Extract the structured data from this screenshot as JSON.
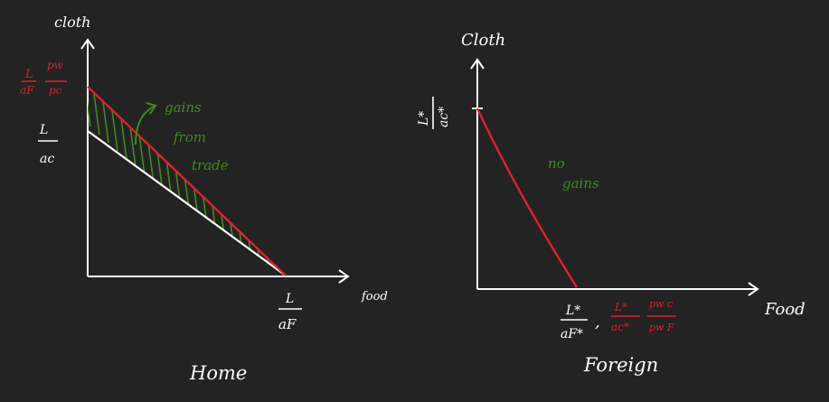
{
  "colors": {
    "background": "#232323",
    "ink": "#ffffff",
    "trade_line": "#e0202c",
    "gains": "#3f8a1e"
  },
  "home": {
    "caption": "Home",
    "y_axis_label": "cloth",
    "x_axis_label": "food",
    "x_intercept": {
      "num": "L",
      "den": "aF"
    },
    "y_intercept_autarky": {
      "num": "L",
      "den": "ac"
    },
    "y_intercept_trade": {
      "ratio_num": "L",
      "ratio_den": "aF",
      "price_num": "pw",
      "price_den": "pc"
    },
    "annotation": [
      "gains",
      "from",
      "trade"
    ]
  },
  "foreign": {
    "caption": "Foreign",
    "y_axis_label": "Cloth",
    "x_axis_label": "Food",
    "y_intercept": {
      "num": "L*",
      "den": "ac*"
    },
    "x_intercept": {
      "num": "L*",
      "den": "aF*"
    },
    "x_separator": ",",
    "x_intercept_trade": {
      "ratio_num": "L*",
      "ratio_den": "ac*",
      "price_num": "pw c",
      "price_den": "pw F"
    },
    "annotation": [
      "no",
      "gains"
    ]
  }
}
